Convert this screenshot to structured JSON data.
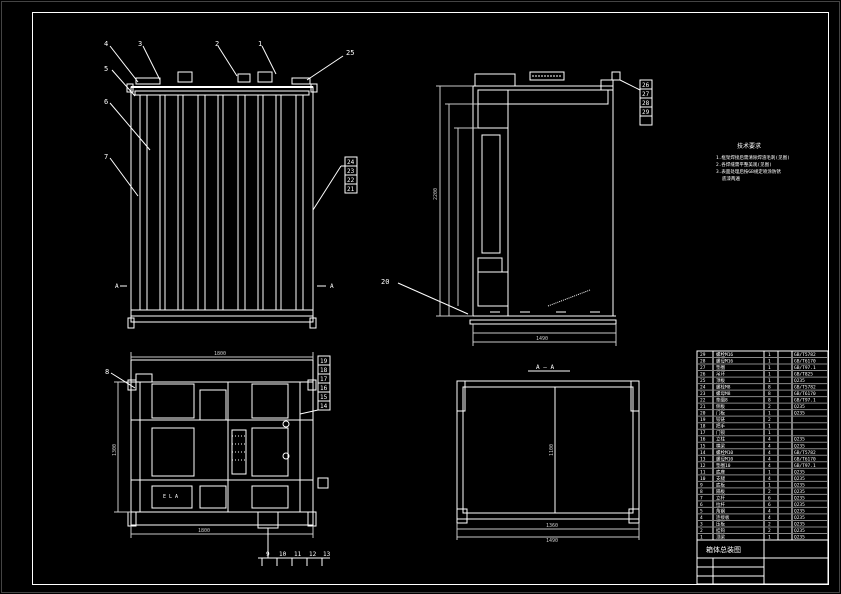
{
  "drawing": {
    "colors": {
      "background": "#000000",
      "line": "#ffffff",
      "dim": "#c8c8c8"
    },
    "front_view": {
      "balloons_top": [
        "4",
        "3",
        "2",
        "1",
        "25"
      ],
      "balloons_left": [
        "5",
        "6",
        "7"
      ],
      "balloons_right": [
        "24",
        "23",
        "22",
        "21"
      ],
      "section_marks": [
        "A",
        "A"
      ]
    },
    "side_view": {
      "balloons_right": [
        "26",
        "27",
        "28",
        "29"
      ],
      "balloon_left": "20",
      "dims": {
        "overall_height": "2200",
        "width": "1490"
      }
    },
    "plan_view": {
      "balloon_left": "8",
      "balloons_right": [
        "19",
        "18",
        "17",
        "16",
        "15",
        "14"
      ],
      "balloons_bottom": [
        "9",
        "10",
        "11",
        "12",
        "13"
      ],
      "dims": {
        "width": "1800",
        "height": "1300",
        "bottom": "1800"
      }
    },
    "section_view": {
      "title": "A — A",
      "dims": {
        "inner": "1360",
        "outer": "1490",
        "height": "1100"
      }
    },
    "notes": {
      "title": "技术要求",
      "lines": [
        "1.框架焊接后需清除焊渣毛刺(见图)",
        "2.各焊缝需平整美观(见图)",
        "3.表面处理后按GB规定喷涂防锈",
        "底漆两遍"
      ]
    },
    "title_block": {
      "name": "箱体总装图",
      "rows": [
        {
          "no": "29",
          "name": "螺栓M16",
          "qty": "1",
          "std": "GB/T5782"
        },
        {
          "no": "28",
          "name": "螺母M16",
          "qty": "1",
          "std": "GB/T6170"
        },
        {
          "no": "27",
          "name": "垫圈",
          "qty": "1",
          "std": "GB/T97.1"
        },
        {
          "no": "26",
          "name": "吊环",
          "qty": "1",
          "std": "GB/T825"
        },
        {
          "no": "25",
          "name": "顶板",
          "qty": "1",
          "std": "Q235"
        },
        {
          "no": "24",
          "name": "螺栓M8",
          "qty": "8",
          "std": "GB/T5782"
        },
        {
          "no": "23",
          "name": "螺母M8",
          "qty": "8",
          "std": "GB/T6170"
        },
        {
          "no": "22",
          "name": "垫圈8",
          "qty": "8",
          "std": "GB/T97.1"
        },
        {
          "no": "21",
          "name": "侧板",
          "qty": "2",
          "std": "Q235"
        },
        {
          "no": "20",
          "name": "门板",
          "qty": "1",
          "std": "Q235"
        },
        {
          "no": "19",
          "name": "铰链",
          "qty": "2",
          "std": ""
        },
        {
          "no": "18",
          "name": "把手",
          "qty": "1",
          "std": ""
        },
        {
          "no": "17",
          "name": "门锁",
          "qty": "1",
          "std": ""
        },
        {
          "no": "16",
          "name": "立柱",
          "qty": "4",
          "std": "Q235"
        },
        {
          "no": "15",
          "name": "横梁",
          "qty": "4",
          "std": "Q235"
        },
        {
          "no": "14",
          "name": "螺栓M10",
          "qty": "4",
          "std": "GB/T5782"
        },
        {
          "no": "13",
          "name": "螺母M10",
          "qty": "4",
          "std": "GB/T6170"
        },
        {
          "no": "12",
          "name": "垫圈10",
          "qty": "4",
          "std": "GB/T97.1"
        },
        {
          "no": "11",
          "name": "底座",
          "qty": "1",
          "std": "Q235"
        },
        {
          "no": "10",
          "name": "支腿",
          "qty": "4",
          "std": "Q235"
        },
        {
          "no": "9",
          "name": "底板",
          "qty": "1",
          "std": "Q235"
        },
        {
          "no": "8",
          "name": "隔板",
          "qty": "2",
          "std": "Q235"
        },
        {
          "no": "7",
          "name": "立杆",
          "qty": "6",
          "std": "Q235"
        },
        {
          "no": "6",
          "name": "拉杆",
          "qty": "6",
          "std": "Q235"
        },
        {
          "no": "5",
          "name": "角钢",
          "qty": "4",
          "std": "Q235"
        },
        {
          "no": "4",
          "name": "连接板",
          "qty": "4",
          "std": "Q235"
        },
        {
          "no": "3",
          "name": "压板",
          "qty": "2",
          "std": "Q235"
        },
        {
          "no": "2",
          "name": "挂钩",
          "qty": "2",
          "std": "Q235"
        },
        {
          "no": "1",
          "name": "顶梁",
          "qty": "1",
          "std": "Q235"
        }
      ]
    }
  }
}
